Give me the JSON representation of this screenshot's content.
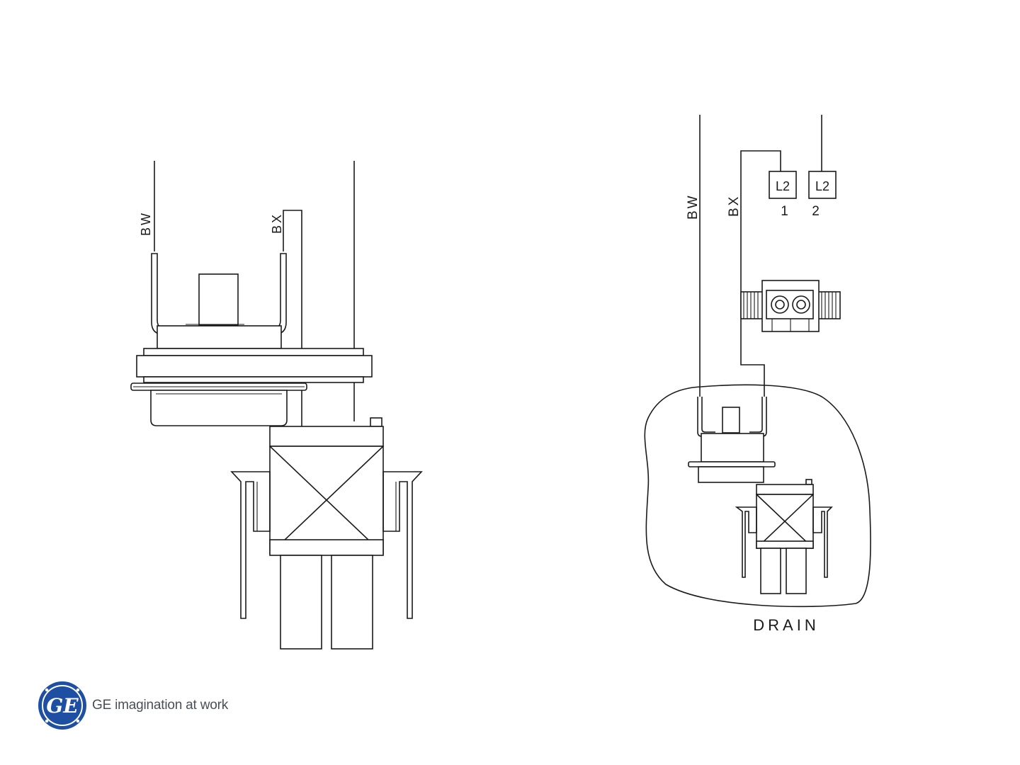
{
  "left_diagram": {
    "wire_labels": {
      "bw": "BW",
      "bx": "BX"
    }
  },
  "right_diagram": {
    "wire_labels": {
      "bw": "BW",
      "bx": "BX"
    },
    "terminals": [
      {
        "box": "L2",
        "number": "1"
      },
      {
        "box": "L2",
        "number": "2"
      }
    ],
    "region_label": "DRAIN"
  },
  "logo": {
    "monogram": "GE",
    "tagline": "GE imagination at work",
    "color": "#1f4fa3"
  }
}
